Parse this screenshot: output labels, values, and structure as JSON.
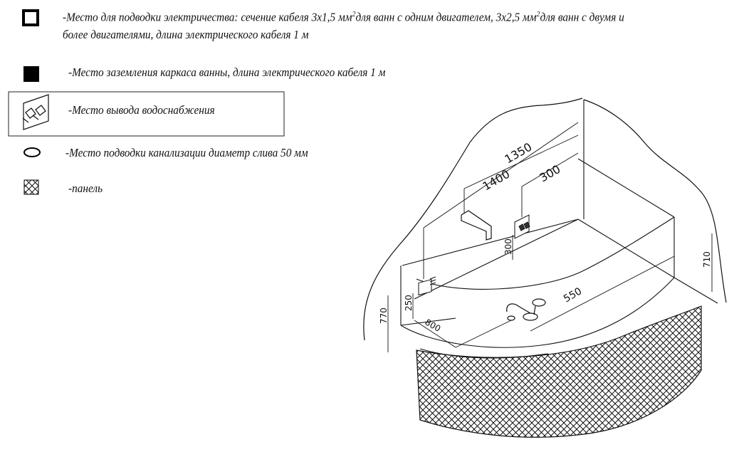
{
  "legend": [
    {
      "icon": "open-square-icon",
      "line1": "-Место для подводки электричества: сечение кабеля 3х1,5 мм",
      "sup1": "2",
      "mid": "для ванн с одним двигателем, 3х2,5 мм",
      "sup2": "2",
      "end": "для ванн с двумя и",
      "line2": "более двигателями, длина электрического кабеля 1 м"
    },
    {
      "icon": "filled-square-icon",
      "text": "-Место заземления каркаса ванны, длина электрического кабеля 1 м"
    },
    {
      "icon": "water-outlet-icon",
      "text": "-Место вывода водоснабжения"
    },
    {
      "icon": "ellipse-icon",
      "text": "-Место подводки канализации диаметр слива 50 мм"
    },
    {
      "icon": "hatch-square-icon",
      "text": "-панель"
    }
  ],
  "dimensions": {
    "d1350": "1350",
    "d1400": "1400",
    "d300_top": "300",
    "d300_vert": "300",
    "d710": "710",
    "d550": "550",
    "d770": "770",
    "d250": "250",
    "d800": "800"
  }
}
